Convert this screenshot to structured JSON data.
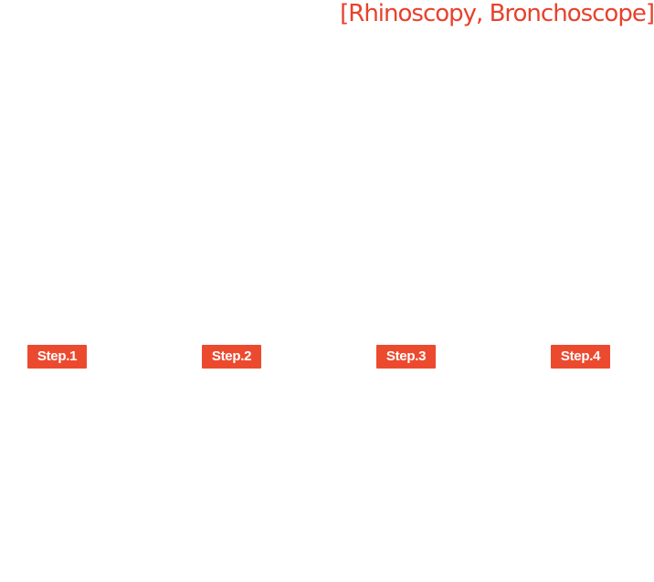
{
  "header": {
    "title": "[Rhinoscopy, Bronchoscope]"
  },
  "steps": [
    {
      "label": "Step.1"
    },
    {
      "label": "Step.2"
    },
    {
      "label": "Step.3"
    },
    {
      "label": "Step.4"
    }
  ],
  "colors": {
    "accent": "#e8412c",
    "badge_background": "#ec4a2f",
    "badge_text": "#ffffff",
    "page_background": "#ffffff"
  }
}
